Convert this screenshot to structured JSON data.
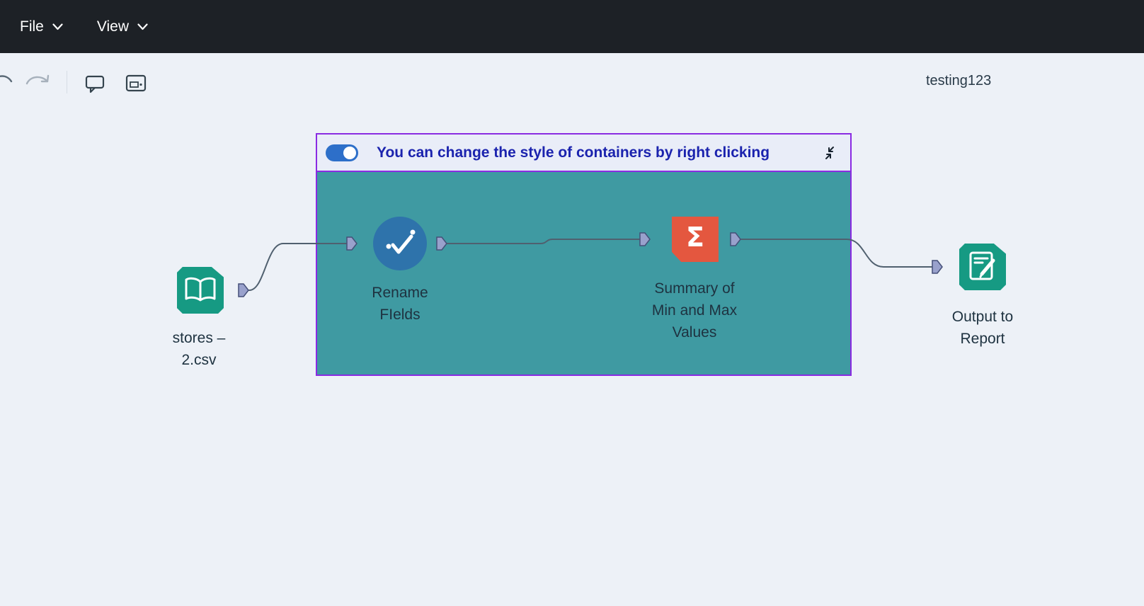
{
  "menubar": {
    "items": [
      {
        "label": "File"
      },
      {
        "label": "View"
      }
    ]
  },
  "toolbar": {
    "workflow_name": "testing123",
    "icons": [
      "undo-icon",
      "redo-icon",
      "comment-icon",
      "container-tool-icon"
    ]
  },
  "icons": {
    "sigma_glyph": "Σ"
  },
  "container": {
    "title": "You can change the style of containers by right clicking",
    "toggle_on": true,
    "collapse_icon": "collapse-arrows-icon",
    "colors": {
      "body": "#3F9AA2",
      "border": "#8A2BE2",
      "header_bg": "#E9EDF8",
      "title_text": "#1B23AE",
      "toggle": "#2D6FC9"
    }
  },
  "nodes": {
    "input": {
      "label_lines": [
        "stores –",
        "2.csv"
      ],
      "icon": "open-book-icon",
      "color": "#169A83"
    },
    "rename": {
      "label_lines": [
        "Rename",
        "FIelds"
      ],
      "icon": "check-dots-icon",
      "color": "#2E73AB"
    },
    "summary": {
      "label_lines": [
        "Summary of",
        "Min and Max",
        "Values"
      ],
      "icon": "sigma-icon",
      "color": "#E4573F"
    },
    "output": {
      "label_lines": [
        "Output to",
        "Report"
      ],
      "icon": "report-pencil-icon",
      "color": "#169A83"
    }
  }
}
